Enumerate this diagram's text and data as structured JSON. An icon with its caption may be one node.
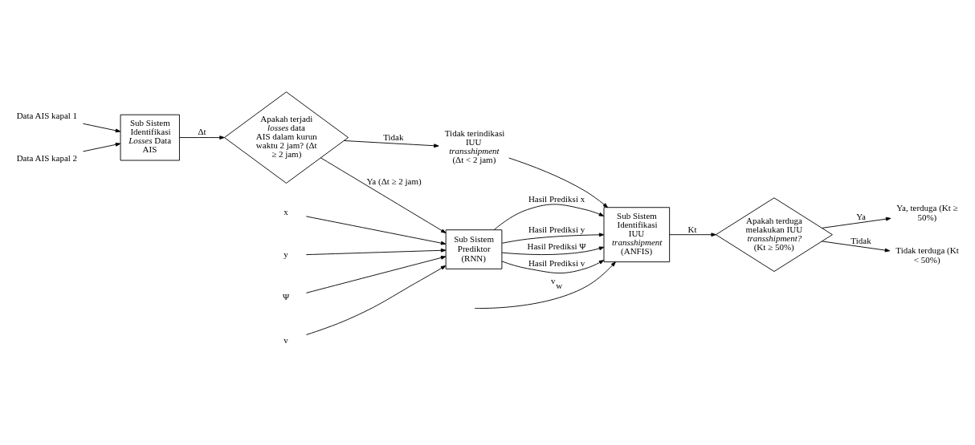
{
  "diagram": {
    "nodes": [
      {
        "text": [
          "Data AIS kapal 1"
        ]
      },
      {
        "text": [
          "Data AIS kapal 2"
        ]
      },
      {
        "text": [
          "Sub Sistem Identifikasi *Losses* Data AIS"
        ]
      },
      {
        "text": [
          "Apakah terjadi *losses* data AIS dalam kurun waktu 2 jam? (Δt ≥ 2 jam)"
        ]
      },
      {
        "text": [
          "Tidak terindikasi IUU *transshipment* (Δt < 2 jam)"
        ]
      },
      {
        "text": [
          "x"
        ]
      },
      {
        "text": [
          "y"
        ]
      },
      {
        "text": [
          "Ψ"
        ]
      },
      {
        "text": [
          "v"
        ]
      },
      {
        "text": [
          "Sub Sistem Prediktor (RNN)"
        ]
      },
      {
        "text": [
          "Sub Sistem Identifikasi IUU *transshipment* (ANFIS)"
        ]
      },
      {
        "text": [
          "Apakah terduga melakukan IUU *transshipment?* (Kt ≥ 50%)"
        ]
      },
      {
        "text": [
          "Ya, terduga (Kt ≥ 50%)"
        ]
      },
      {
        "text": [
          "Tidak terduga (Kt < 50%)"
        ]
      }
    ],
    "edges": [
      {
        "from": 0,
        "to": 2,
        "arrow": "to"
      },
      {
        "from": 1,
        "to": 2,
        "arrow": "to"
      },
      {
        "from": 2,
        "to": 3,
        "arrow": "to",
        "label": "Δt"
      },
      {
        "from": 3,
        "to": 4,
        "arrow": "to",
        "label": "Tidak"
      },
      {
        "from": 3,
        "to": 9,
        "arrow": "to",
        "label": "Ya (Δt ≥ 2 jam)"
      },
      {
        "from": 4,
        "to": 10,
        "arrow": "to"
      },
      {
        "from": 5,
        "to": 9,
        "arrow": "to"
      },
      {
        "from": 6,
        "to": 9,
        "arrow": "to"
      },
      {
        "from": 7,
        "to": 9,
        "arrow": "to"
      },
      {
        "from": 8,
        "to": 9,
        "arrow": "to"
      },
      {
        "from": 9,
        "to": 10,
        "arrow": "to",
        "label": "Hasil Prediksi x"
      },
      {
        "from": 9,
        "to": 10,
        "arrow": "to",
        "label": "Hasil Prediksi y"
      },
      {
        "from": 9,
        "to": 10,
        "arrow": "to",
        "label": "Hasil Prediksi Ψ"
      },
      {
        "from": 9,
        "to": 10,
        "arrow": "to",
        "label": "Hasil Prediksi v"
      },
      {
        "from": null,
        "to": 10,
        "arrow": "to",
        "label": "v$_{w}$"
      },
      {
        "from": 10,
        "to": 11,
        "arrow": "to",
        "label": "Kt"
      },
      {
        "from": 11,
        "to": 12,
        "arrow": "to",
        "label": "Ya"
      },
      {
        "from": 11,
        "to": 13,
        "arrow": "to",
        "label": "Tidak"
      }
    ]
  }
}
